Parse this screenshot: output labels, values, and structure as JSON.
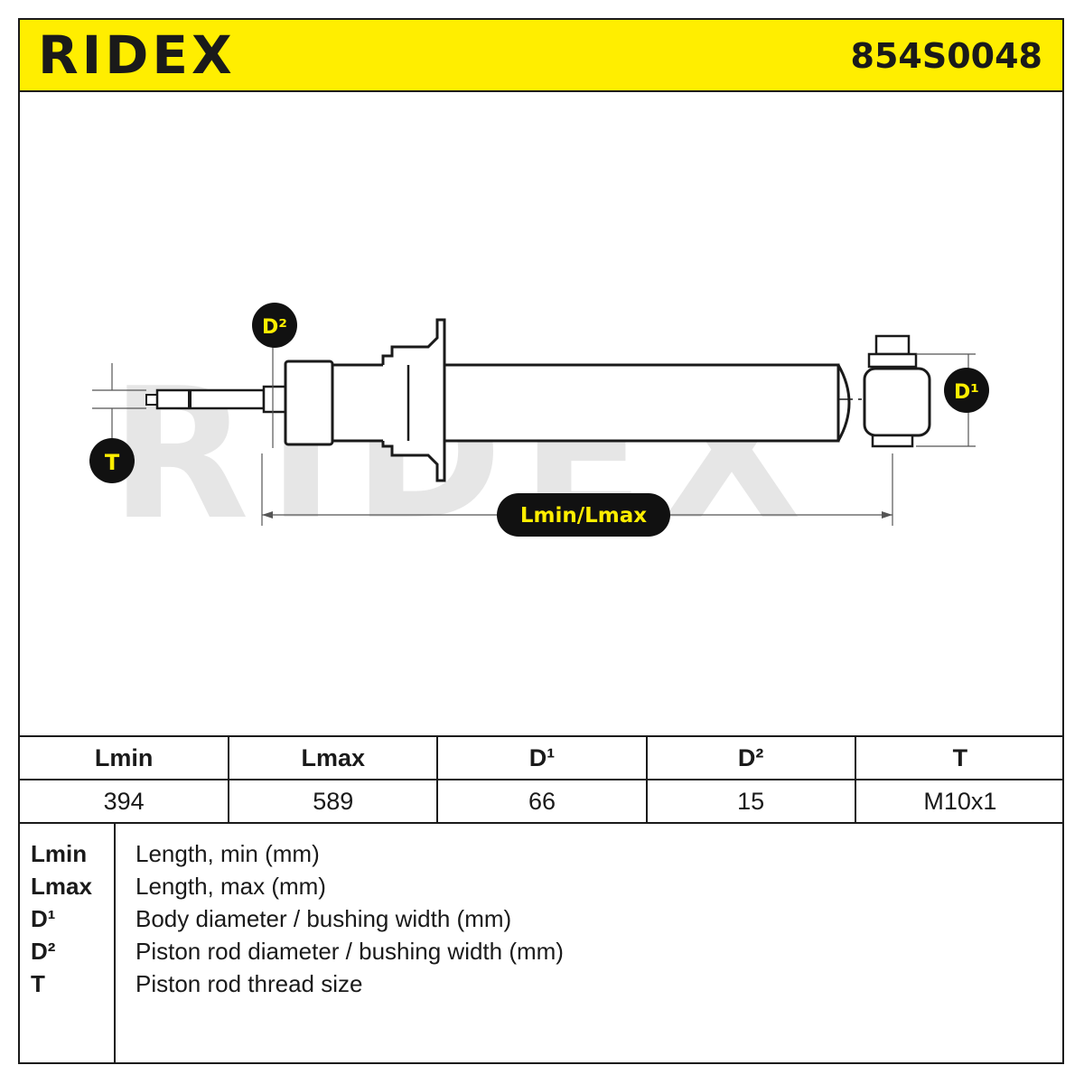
{
  "header": {
    "logo": "RIDEX",
    "part_number": "854S0048"
  },
  "diagram": {
    "watermark": "RIDEX",
    "labels": {
      "d2": "D²",
      "d1": "D¹",
      "t": "T",
      "length": "Lmin/Lmax"
    }
  },
  "specs": {
    "headers": [
      "Lmin",
      "Lmax",
      "D¹",
      "D²",
      "T"
    ],
    "values": [
      "394",
      "589",
      "66",
      "15",
      "M10x1"
    ]
  },
  "legend": [
    {
      "term": "Lmin",
      "desc": "Length, min (mm)"
    },
    {
      "term": "Lmax",
      "desc": "Length, max (mm)"
    },
    {
      "term": "D¹",
      "desc": "Body diameter / bushing width (mm)"
    },
    {
      "term": "D²",
      "desc": "Piston rod diameter / bushing width (mm)"
    },
    {
      "term": "T",
      "desc": "Piston rod thread size"
    }
  ],
  "colors": {
    "accent": "#ffee00",
    "ink": "#1a1a1a",
    "watermark": "#e6e6e6"
  }
}
